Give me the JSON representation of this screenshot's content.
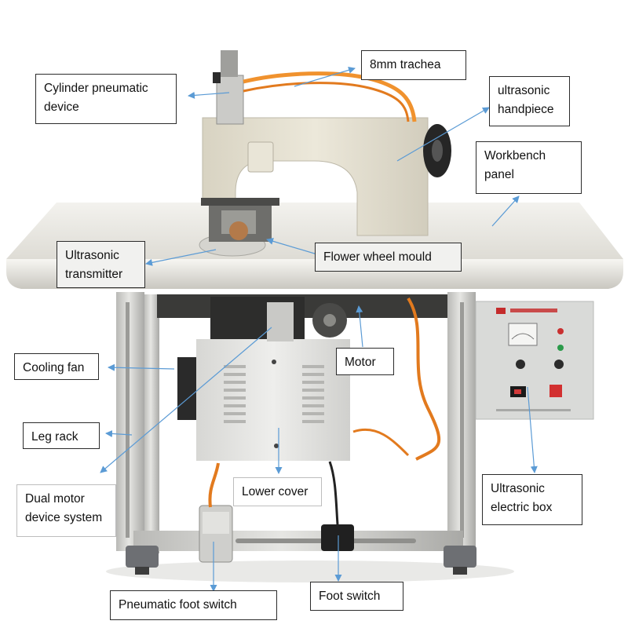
{
  "labels": {
    "cylinder": "Cylinder pneumatic\ndevice",
    "trachea": "8mm trachea",
    "handpiece": "ultrasonic\nhandpiece",
    "workbench": "Workbench\npanel",
    "transmitter": "Ultrasonic\ntransmitter",
    "flower": "Flower wheel mould",
    "motor": "Motor",
    "fan": "Cooling fan",
    "leg": "Leg rack",
    "dual": "Dual motor\ndevice system",
    "cover": "Lower cover",
    "ebox": "Ultrasonic\nelectric box",
    "pneumatic_switch": "Pneumatic foot switch",
    "foot_switch": "Foot switch"
  },
  "colors": {
    "annotation_line": "#5b9bd5",
    "machine_body": "#e8e3d3",
    "table_top": "#eceae4",
    "frame": "#cdcdca",
    "hose": "#f0922e",
    "ebox_panel": "#d9dad8"
  }
}
